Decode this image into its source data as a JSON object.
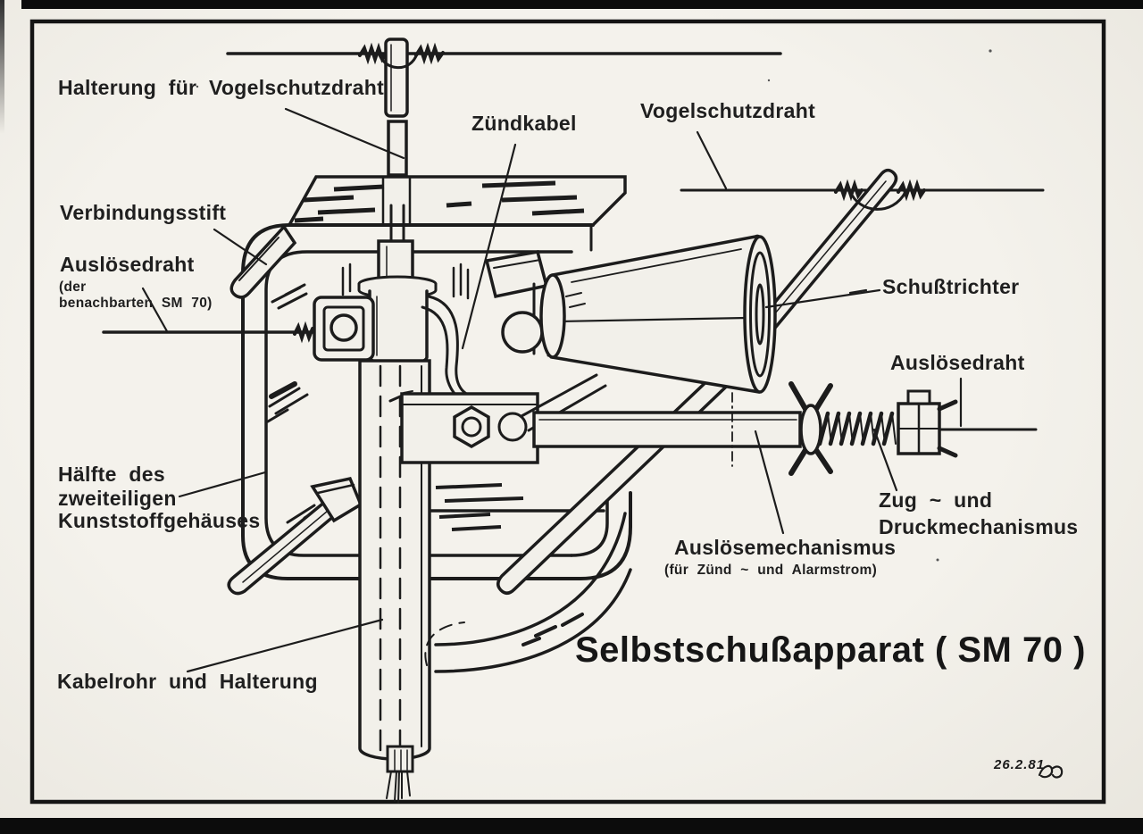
{
  "colors": {
    "ink": "#1c1c1c",
    "paper": "#f2f0ea",
    "frame": "#141414",
    "photo_border": "#0c0c0c"
  },
  "title": "Selbstschußapparat ( SM 70 )",
  "date_mark": "26.2.81",
  "labels": {
    "halterung": "Halterung für Vogelschutzdraht",
    "zuendkabel": "Zündkabel",
    "vogelschutzdraht": "Vogelschutzdraht",
    "verbindungsstift": "Verbindungsstift",
    "ausloesedraht_links": {
      "line1": "Auslösedraht",
      "line2": "(der",
      "line3": "benachbarten SM 70)"
    },
    "schusstrichter": "Schußtrichter",
    "ausloesedraht_rechts": "Auslösedraht",
    "zug_druck": {
      "line1": "Zug ~ und",
      "line2": "Druckmechanismus"
    },
    "ausloesemechanismus": {
      "line1": "Auslösemechanismus",
      "line2": "(für Zünd ~ und Alarmstrom)"
    },
    "gehaeusehaelfte": {
      "line1": "Hälfte des",
      "line2": "zweiteiligen",
      "line3": "Kunststoffgehäuses"
    },
    "kabelrohr": "Kabelrohr und Halterung"
  }
}
